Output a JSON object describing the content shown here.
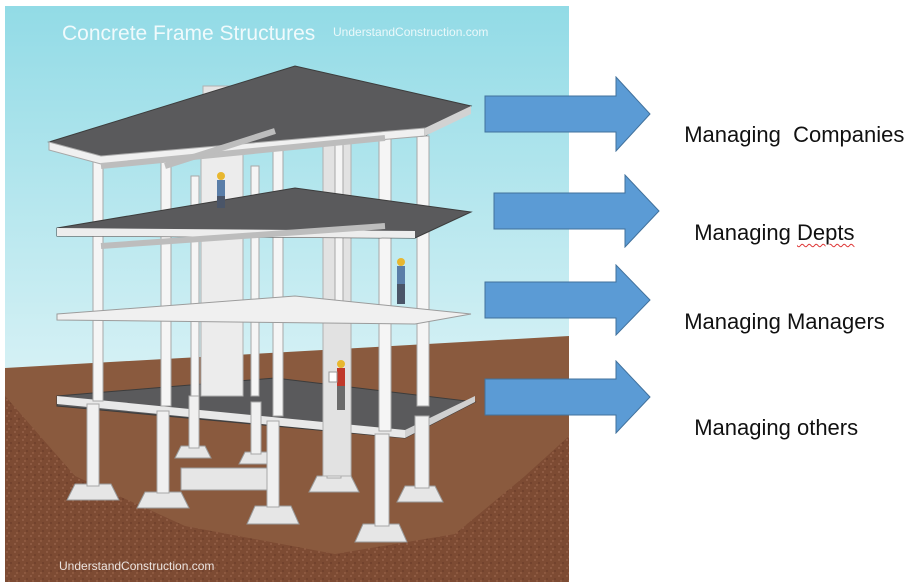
{
  "picture": {
    "title": "Concrete Frame Structures",
    "watermark_top": "UnderstandConstruction.com",
    "watermark_bottom": "UnderstandConstruction.com"
  },
  "labels": [
    {
      "prefix": "Managing  Companies",
      "flagged": ""
    },
    {
      "prefix": "Managing ",
      "flagged": "Depts"
    },
    {
      "prefix": "Managing Managers",
      "flagged": ""
    },
    {
      "prefix": "Managing others",
      "flagged": ""
    }
  ],
  "colors": {
    "arrow_fill": "#5b9bd5",
    "arrow_stroke": "#41719c",
    "sky": "#aee6f0",
    "soil": "#7a4a32",
    "slab": "#5a5a5c",
    "frame": "#f2f2f2"
  }
}
